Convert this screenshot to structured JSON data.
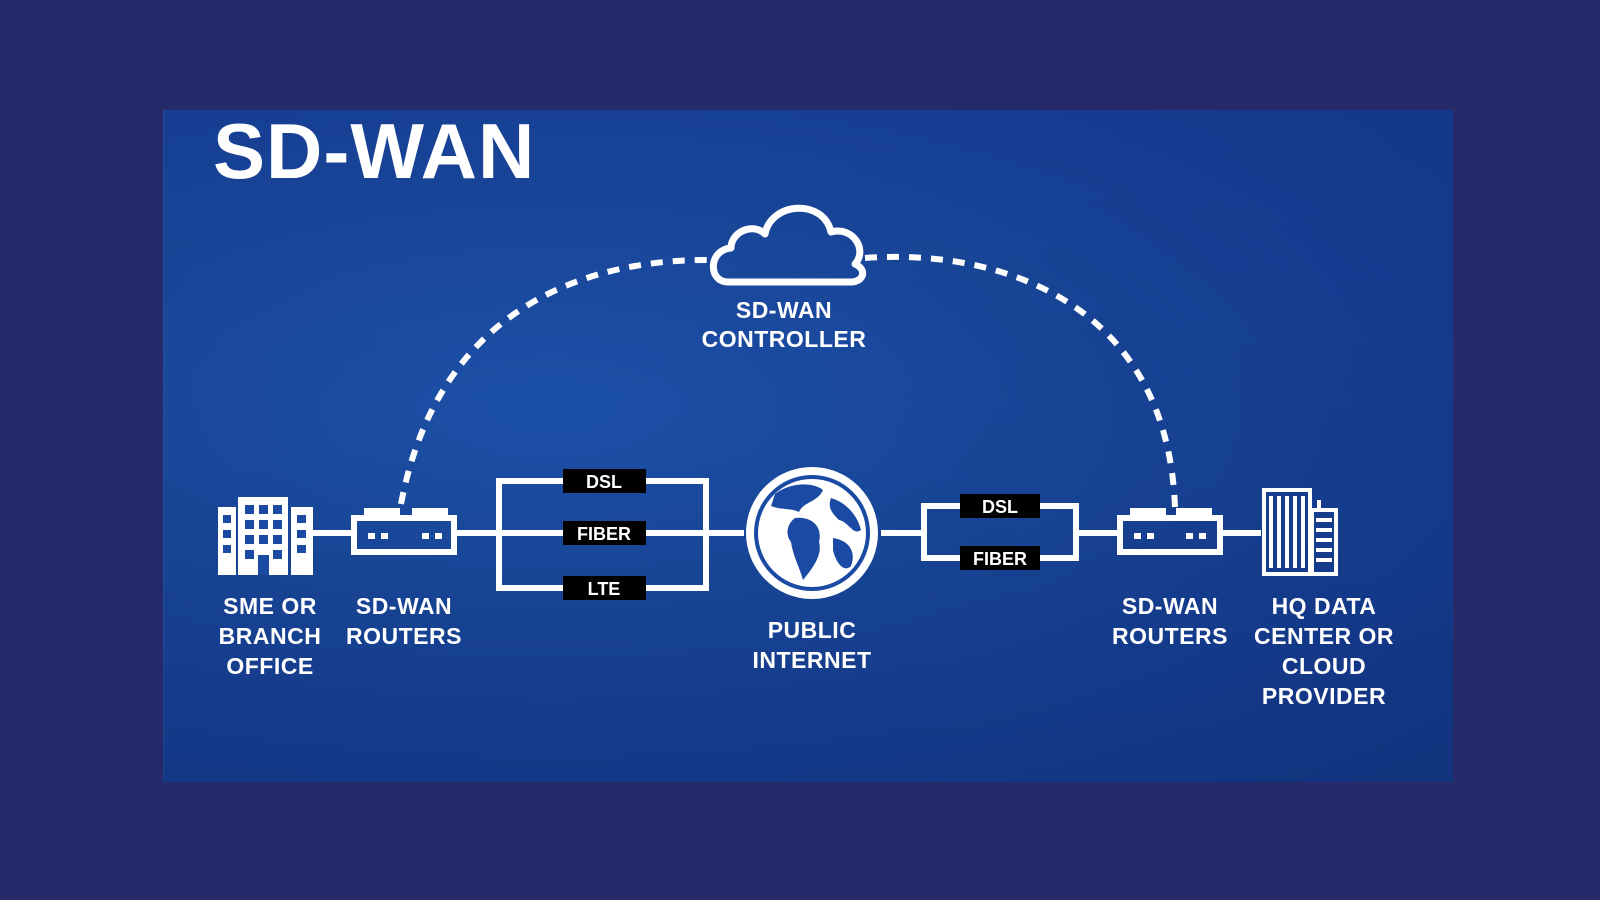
{
  "title": "SD-WAN",
  "controller": {
    "label_line1": "SD-WAN",
    "label_line2": "CONTROLLER"
  },
  "branch": {
    "label_line1": "SME OR",
    "label_line2": "BRANCH",
    "label_line3": "OFFICE"
  },
  "left_routers": {
    "label_line1": "SD-WAN",
    "label_line2": "ROUTERS"
  },
  "left_links": [
    "DSL",
    "FIBER",
    "LTE"
  ],
  "internet": {
    "label_line1": "PUBLIC",
    "label_line2": "INTERNET"
  },
  "right_links": [
    "DSL",
    "FIBER"
  ],
  "right_routers": {
    "label_line1": "SD-WAN",
    "label_line2": "ROUTERS"
  },
  "hq": {
    "label_line1": "HQ DATA",
    "label_line2": "CENTER OR",
    "label_line3": "CLOUD",
    "label_line4": "PROVIDER"
  },
  "icons": [
    "building-icon",
    "router-icon",
    "cloud-icon",
    "globe-icon",
    "datacenter-icon"
  ],
  "colors": {
    "background": "#262a6b",
    "panel": "#1a4aa3",
    "foreground": "#ffffff",
    "tag": "#000000"
  }
}
